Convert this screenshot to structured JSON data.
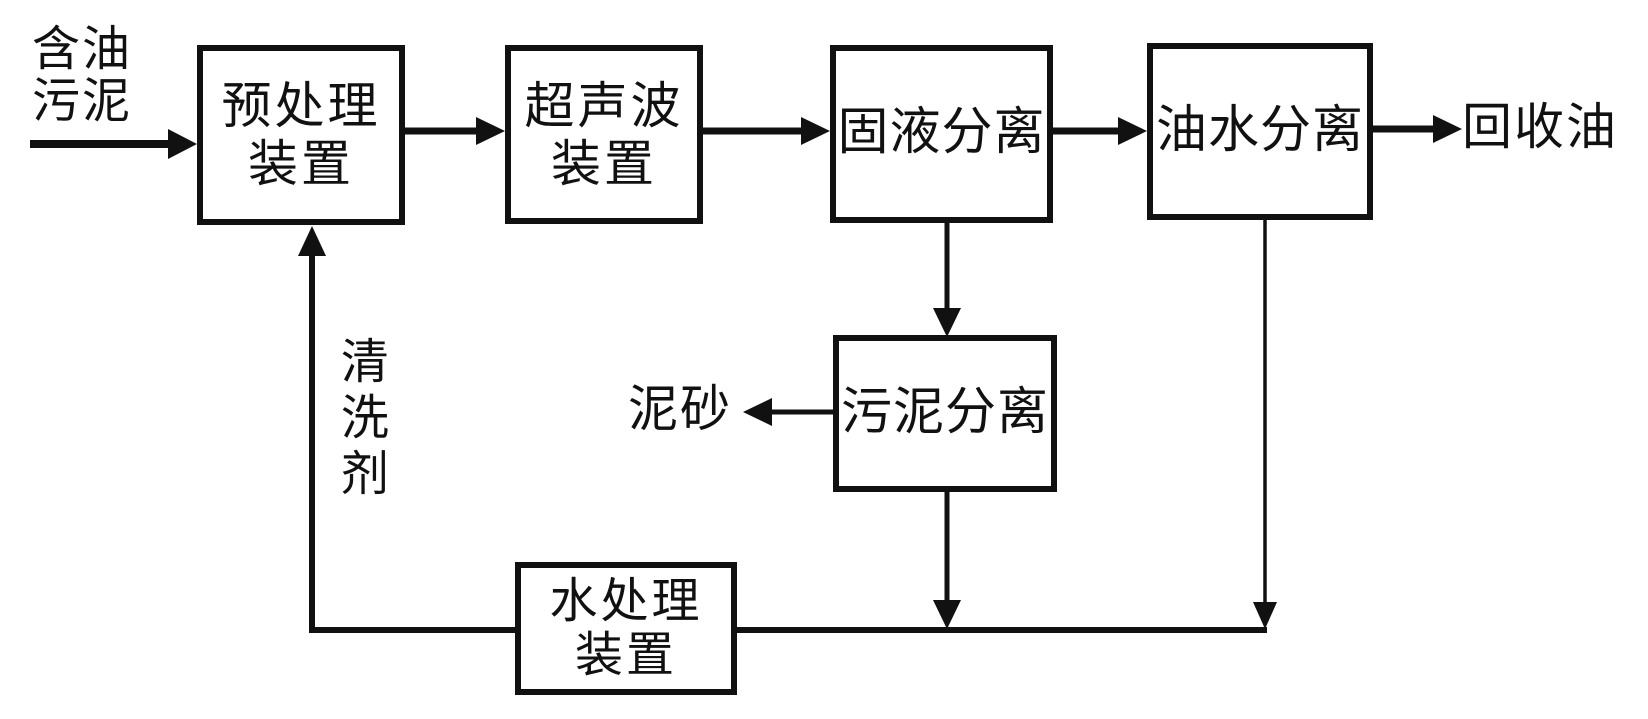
{
  "colors": {
    "background": "#ffffff",
    "ink": "#111111"
  },
  "boxes": {
    "pretreatment": {
      "lines": [
        "预处理",
        "装置"
      ]
    },
    "ultrasonic": {
      "lines": [
        "超声波",
        "装置"
      ]
    },
    "solid_liquid": {
      "lines": [
        "固液分离"
      ]
    },
    "oil_water": {
      "lines": [
        "油水分离"
      ]
    },
    "sludge_sep": {
      "lines": [
        "污泥分离"
      ]
    },
    "water_treatment": {
      "lines": [
        "水处理",
        "装置"
      ]
    }
  },
  "labels": {
    "input_line1": "含油",
    "input_line2": "污泥",
    "recovered_oil": "回收油",
    "sand": "泥砂",
    "cleaning_agent": "清洗剂"
  },
  "flows": [
    {
      "from": "含油污泥",
      "to": "预处理装置"
    },
    {
      "from": "预处理装置",
      "to": "超声波装置"
    },
    {
      "from": "超声波装置",
      "to": "固液分离"
    },
    {
      "from": "固液分离",
      "to": "油水分离"
    },
    {
      "from": "油水分离",
      "to": "回收油"
    },
    {
      "from": "固液分离",
      "to": "污泥分离"
    },
    {
      "from": "污泥分离",
      "to": "泥砂"
    },
    {
      "from": "污泥分离",
      "to": "水处理装置"
    },
    {
      "from": "油水分离",
      "to": "水处理装置"
    },
    {
      "from": "水处理装置",
      "to": "预处理装置",
      "label": "清洗剂"
    }
  ]
}
